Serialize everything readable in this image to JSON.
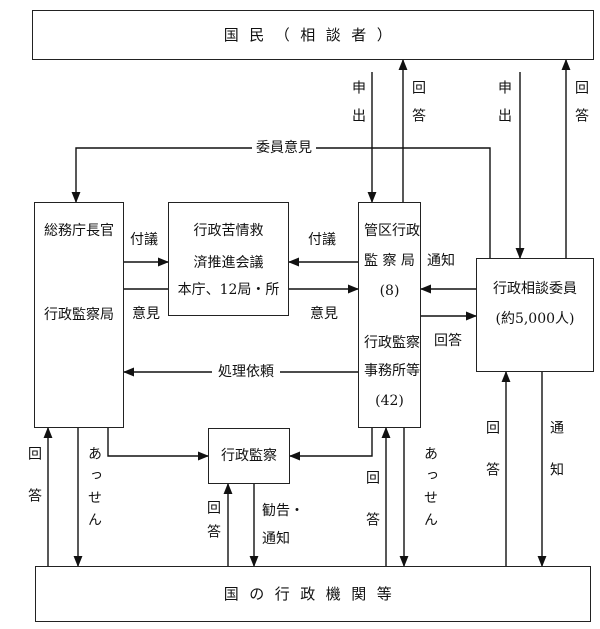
{
  "top_box": {
    "label": "国民（相談者）"
  },
  "bottom_box": {
    "label": "国の行政機関等"
  },
  "somucho": {
    "line1": "総務庁長官",
    "line2": "行政監察局"
  },
  "suishin": {
    "line1": "行政苦情救",
    "line2": "済推進会議",
    "line3": "本庁、12局・所"
  },
  "kanku": {
    "line1": "管区行政",
    "line2": "監 察 局",
    "line3": "(8)",
    "line4": "行政監察",
    "line5": "事務所等",
    "line6": "(42)"
  },
  "iin": {
    "line1": "行政相談委員",
    "line2": "(約5,000人)"
  },
  "kansatsu": {
    "label": "行政監察"
  },
  "labels": {
    "moushide": "申出",
    "kaitou": "回答",
    "iin_iken": "委員意見",
    "fugi": "付議",
    "iken": "意見",
    "shori_irai": "処理依頼",
    "tsuuchi": "通知",
    "assen": "あっせん",
    "kankoku": "勧告・",
    "kankoku_tsuuchi": "通知"
  }
}
